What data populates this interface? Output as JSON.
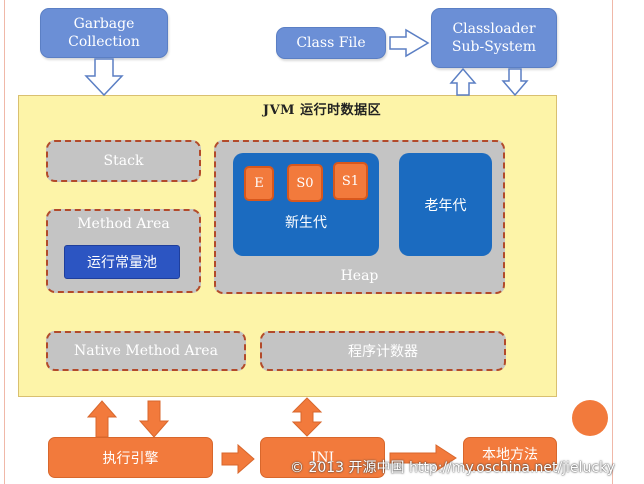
{
  "boxes": {
    "garbage_collection": "Garbage\nCollection",
    "class_file": "Class File",
    "classloader": "Classloader\nSub-System"
  },
  "jvm": {
    "title": "JVM 运行时数据区",
    "stack": "Stack",
    "method_area": "Method Area",
    "constant_pool": "运行常量池",
    "heap": "Heap",
    "young_gen": "新生代",
    "eden": "E",
    "s0": "S0",
    "s1": "S1",
    "old_gen": "老年代",
    "native_method_area": "Native Method Area",
    "program_counter": "程序计数器"
  },
  "bottom": {
    "execution_engine": "执行引擎",
    "jni": "JNI",
    "native_library": "本地方法"
  },
  "watermark": "© 2013 开源中国 http://my.oschina.net/jielucky",
  "colors": {
    "blue_box": "#6b8fd6",
    "jvm_background": "#fdf4a8",
    "grey_region": "#c4c4c4",
    "dashed_border": "#b24a2a",
    "heap_blue": "#1b6bc0",
    "orange": "#f27a3c"
  }
}
